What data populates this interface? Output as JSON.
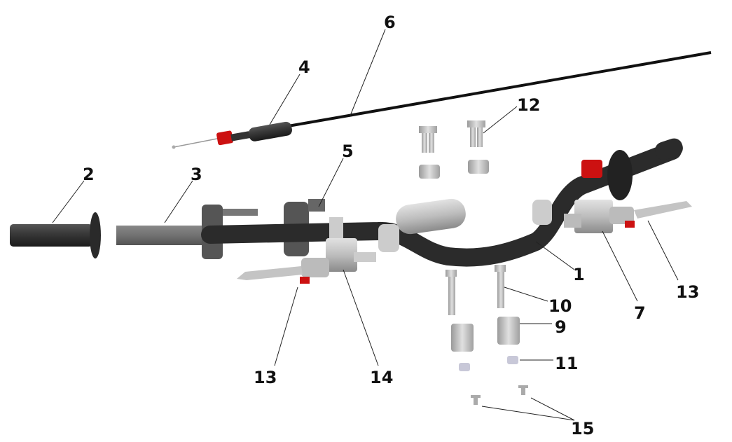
{
  "diagram": {
    "callouts": [
      {
        "id": "1",
        "text": "1"
      },
      {
        "id": "2",
        "text": "2"
      },
      {
        "id": "3",
        "text": "3"
      },
      {
        "id": "4",
        "text": "4"
      },
      {
        "id": "5",
        "text": "5"
      },
      {
        "id": "6",
        "text": "6"
      },
      {
        "id": "7",
        "text": "7"
      },
      {
        "id": "9",
        "text": "9"
      },
      {
        "id": "10",
        "text": "10"
      },
      {
        "id": "11",
        "text": "11"
      },
      {
        "id": "12",
        "text": "12"
      },
      {
        "id": "13a",
        "text": "13"
      },
      {
        "id": "13b",
        "text": "13"
      },
      {
        "id": "14",
        "text": "14"
      },
      {
        "id": "15",
        "text": "15"
      }
    ],
    "colors": {
      "bar": "#2b2b2b",
      "metal": "#b9b9b9",
      "accent": "#cc1111",
      "grip": "#4a4a4a"
    }
  }
}
